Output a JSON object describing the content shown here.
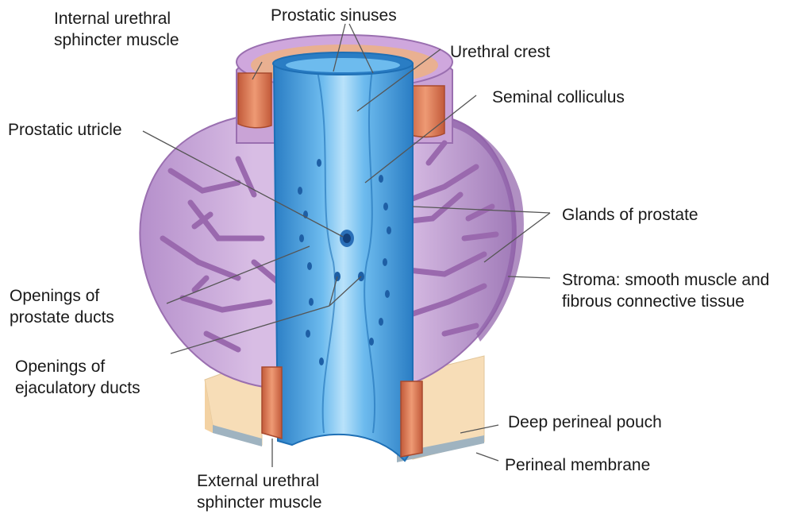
{
  "labels": {
    "internal_sphincter": [
      "Internal urethral",
      "sphincter muscle"
    ],
    "prostatic_sinuses": "Prostatic sinuses",
    "urethral_crest": "Urethral crest",
    "seminal_colliculus": "Seminal colliculus",
    "prostatic_utricle": "Prostatic utricle",
    "glands_of_prostate": "Glands of prostate",
    "stroma": [
      "Stroma: smooth muscle and",
      "fibrous connective tissue"
    ],
    "openings_prostate_ducts": [
      "Openings of",
      "prostate ducts"
    ],
    "openings_ejaculatory_ducts": [
      "Openings of",
      "ejaculatory ducts"
    ],
    "deep_perineal_pouch": "Deep perineal pouch",
    "perineal_membrane": "Perineal membrane",
    "external_sphincter": [
      "External urethral",
      "sphincter muscle"
    ]
  },
  "colors": {
    "prostate_fill": "#c9a3d6",
    "prostate_edge": "#9a6fb0",
    "gland": "#9a69ae",
    "urethra": "#4aa3e0",
    "urethra_light": "#9fd4f5",
    "urethra_dark": "#1e6fb5",
    "sphincter": "#d9744f",
    "sphincter_light": "#f0a884",
    "pouch": "#f6dcb6",
    "membrane": "#9fb3c0",
    "leader": "#555555"
  }
}
